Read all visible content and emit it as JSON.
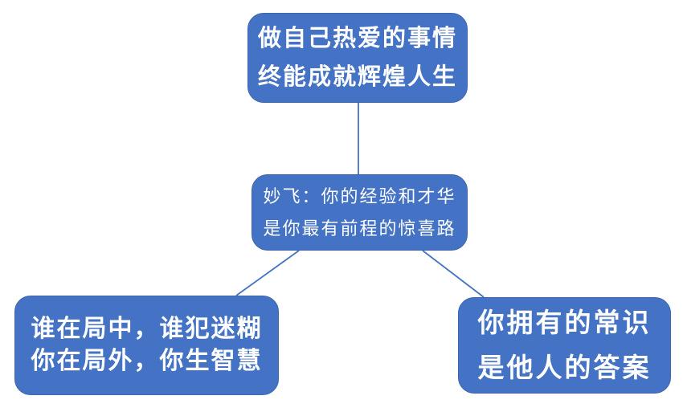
{
  "diagram": {
    "colors": {
      "node_fill": "#4472C4",
      "node_border": "#3E66AD",
      "connector": "#4472C4",
      "text": "#FFFFFF",
      "background": "#FFFFFF"
    },
    "nodes": {
      "top": {
        "lines": [
          "做自己热爱的事情",
          "终能成就辉煌人生"
        ]
      },
      "middle": {
        "lines": [
          "妙飞：你的经验和才华",
          "是你最有前程的惊喜路"
        ]
      },
      "bottom_left": {
        "lines": [
          "谁在局中，谁犯迷糊",
          "你在局外，你生智慧"
        ]
      },
      "bottom_right": {
        "lines": [
          "你拥有的常识",
          "是他人的答案"
        ]
      }
    }
  }
}
